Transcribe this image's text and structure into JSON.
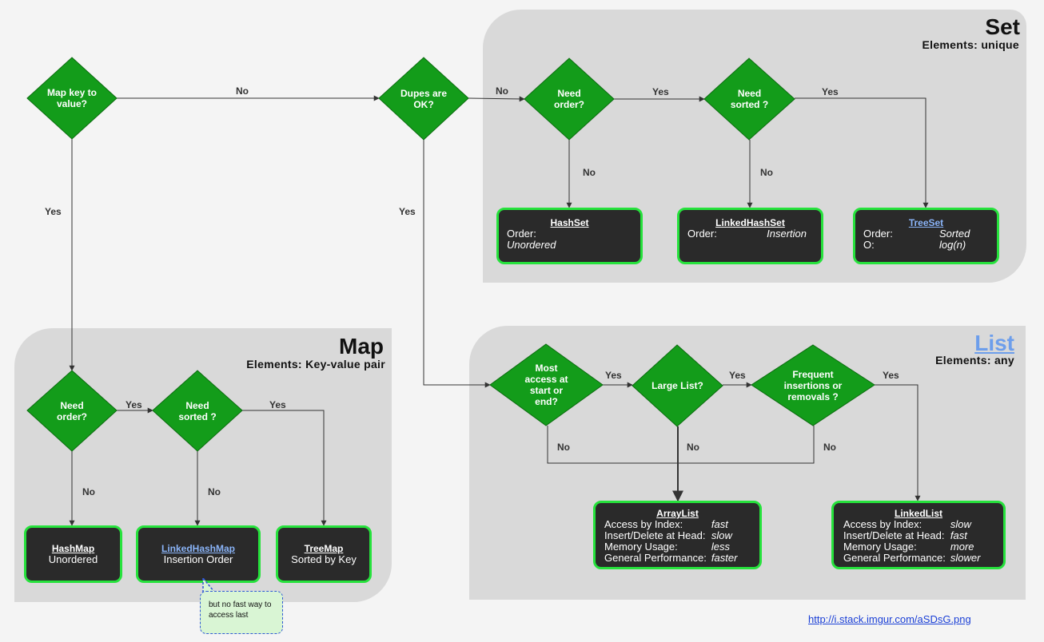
{
  "panels": {
    "set": {
      "title": "Set",
      "subtitle": "Elements: unique"
    },
    "map": {
      "title": "Map",
      "subtitle": "Elements: Key-value pair"
    },
    "list": {
      "title": "List",
      "subtitle": "Elements: any"
    }
  },
  "decisions": {
    "map_key": "Map key to value?",
    "dupes": "Dupes are OK?",
    "set_order": "Need order?",
    "set_sorted": "Need sorted ?",
    "map_order": "Need order?",
    "map_sorted": "Need sorted ?",
    "list_access": "Most access at start or end?",
    "list_large": "Large List?",
    "list_freq": "Frequent insertions or removals ?"
  },
  "edge_labels": {
    "map_key_no": "No",
    "map_key_yes": "Yes",
    "dupes_no": "No",
    "dupes_yes": "Yes",
    "set_order_yes": "Yes",
    "set_order_no": "No",
    "set_sorted_yes": "Yes",
    "set_sorted_no": "No",
    "map_order_yes": "Yes",
    "map_order_no": "No",
    "map_sorted_yes": "Yes",
    "map_sorted_no": "No",
    "list_access_yes": "Yes",
    "list_access_no": "No",
    "list_large_yes": "Yes",
    "list_large_no": "No",
    "list_freq_yes": "Yes",
    "list_freq_no": "No"
  },
  "nodes": {
    "hashset": {
      "title": "HashSet",
      "order_label": "Order:",
      "order_value": "Unordered"
    },
    "linkedhashset": {
      "title": "LinkedHashSet",
      "order_label": "Order:",
      "order_value": "Insertion"
    },
    "treeset": {
      "title": "TreeSet",
      "order_label": "Order:",
      "order_value": "Sorted",
      "o_label": "O:",
      "o_value": "log(n)"
    },
    "hashmap": {
      "title": "HashMap",
      "desc": "Unordered"
    },
    "linkedhashmap": {
      "title": "LinkedHashMap",
      "desc": "Insertion Order"
    },
    "treemap": {
      "title": "TreeMap",
      "desc": "Sorted by Key"
    },
    "arraylist": {
      "title": "ArrayList",
      "rows": [
        {
          "label": "Access by Index:",
          "value": "fast"
        },
        {
          "label": "Insert/Delete at Head:",
          "value": "slow"
        },
        {
          "label": "Memory Usage:",
          "value": "less"
        },
        {
          "label": "General Performance:",
          "value": "faster"
        }
      ]
    },
    "linkedlist": {
      "title": "LinkedList",
      "rows": [
        {
          "label": "Access by Index:",
          "value": "slow"
        },
        {
          "label": "Insert/Delete at Head:",
          "value": "fast"
        },
        {
          "label": "Memory Usage:",
          "value": "more"
        },
        {
          "label": "General Performance:",
          "value": "slower"
        }
      ]
    }
  },
  "callout": "but no fast way to access last",
  "source_url": "http://i.stack.imgur.com/aSDsG.png",
  "colors": {
    "panel": "#d9d9d9",
    "diamond": "#139c1a",
    "node_fill": "#2a2a2a",
    "node_border": "#26e23c",
    "link": "#6d9eeb",
    "callout_fill": "#d9f5d4",
    "callout_border": "#2f57d6"
  }
}
